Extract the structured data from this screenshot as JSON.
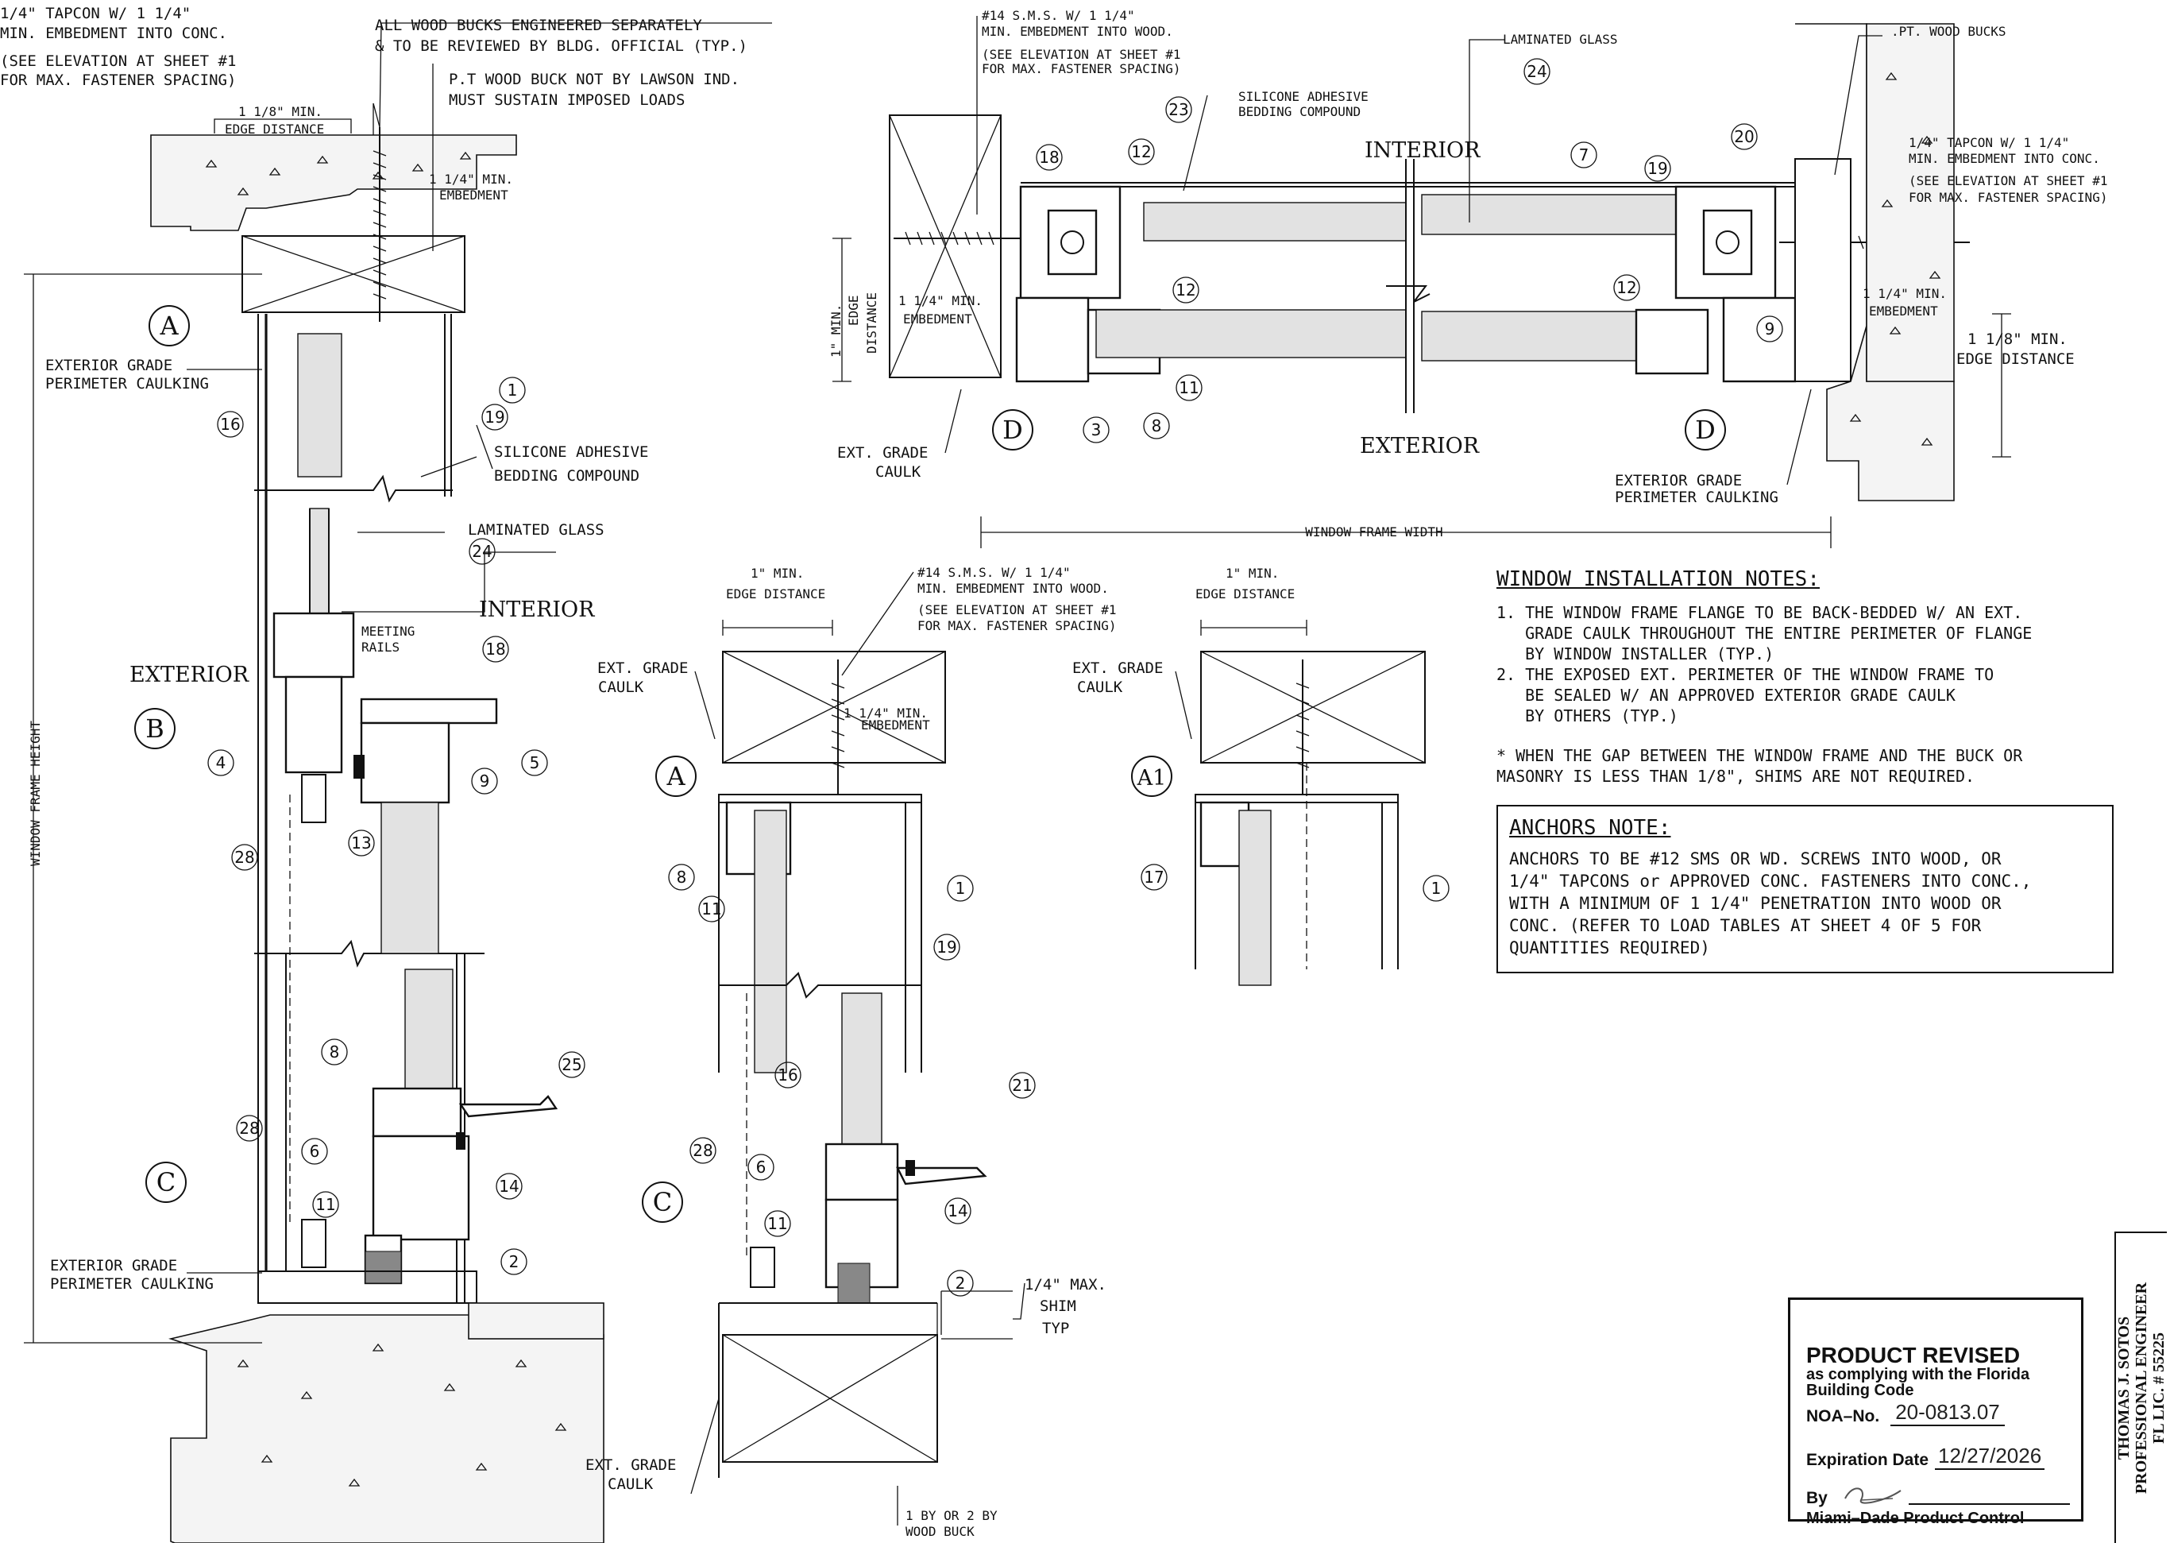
{
  "labels": {
    "tapcon_tl": [
      "1/4\" TAPCON W/ 1 1/4\"",
      "MIN. EMBEDMENT INTO CONC.",
      "(SEE ELEVATION AT SHEET #1",
      "FOR MAX. FASTENER SPACING)"
    ],
    "all_wood_bucks": [
      "ALL WOOD BUCKS ENGINEERED SEPARATELY",
      "& TO BE REVIEWED BY BLDG. OFFICIAL (TYP.)"
    ],
    "pt_wood_buck": [
      "P.T WOOD BUCK NOT BY LAWSON IND.",
      "MUST SUSTAIN IMPOSED LOADS"
    ],
    "edge_1_1_8_left": [
      "1 1/8\" MIN.",
      "EDGE DISTANCE"
    ],
    "emb_1_1_4_left": [
      "1 1/4\" MIN.",
      "EMBEDMENT"
    ],
    "ext_grade_perim_caulking_1": [
      "EXTERIOR GRADE",
      "PERIMETER CAULKING"
    ],
    "silicone_left": [
      "SILICONE ADHESIVE",
      "BEDDING COMPOUND"
    ],
    "laminated_glass_left": "LAMINATED GLASS",
    "meeting_rails": [
      "MEETING",
      "RAILS"
    ],
    "interior_left": "INTERIOR",
    "exterior_left": "EXTERIOR",
    "window_frame_height": "WINDOW FRAME HEIGHT",
    "ext_grade_perim_caulking_2": [
      "EXTERIOR GRADE",
      "PERIMETER CAULKING"
    ],
    "sms14_top": [
      "#14 S.M.S. W/ 1 1/4\"",
      "MIN. EMBEDMENT INTO WOOD.",
      "(SEE ELEVATION AT SHEET #1",
      "FOR MAX. FASTENER SPACING)"
    ],
    "silicone_top": [
      "SILICONE ADHESIVE",
      "BEDDING COMPOUND"
    ],
    "laminated_glass_top": "LAMINATED GLASS",
    "interior_top": "INTERIOR",
    "exterior_top": "EXTERIOR",
    "pt_wood_bucks": ".PT. WOOD BUCKS",
    "tapcon_tr": [
      "1/4\" TAPCON W/ 1 1/4\"",
      "MIN. EMBEDMENT INTO CONC.",
      "(SEE ELEVATION AT SHEET #1",
      "FOR MAX. FASTENER SPACING)"
    ],
    "edge_1_min_top": [
      "1\" MIN.",
      "EDGE",
      "DISTANCE"
    ],
    "emb_1_1_4_top": [
      "1 1/4\" MIN.",
      "EMBEDMENT"
    ],
    "emb_1_1_4_right": [
      "1 1/4\" MIN.",
      "EMBEDMENT"
    ],
    "edge_1_1_8_right": [
      "1 1/8\" MIN.",
      "EDGE DISTANCE"
    ],
    "ext_grade_caulk_top": [
      "EXT. GRADE",
      "CAULK"
    ],
    "ext_grade_perim_caulking_3": [
      "EXTERIOR GRADE",
      "PERIMETER CAULKING"
    ],
    "window_frame_width": "WINDOW FRAME WIDTH",
    "edge_1_min_mid": [
      "1\" MIN.",
      "EDGE DISTANCE"
    ],
    "sms14_mid": [
      "#14 S.M.S. W/ 1 1/4\"",
      "MIN. EMBEDMENT INTO WOOD.",
      "(SEE ELEVATION AT SHEET #1",
      "FOR MAX. FASTENER SPACING)"
    ],
    "ext_grade_caulk_mid": [
      "EXT. GRADE",
      "CAULK"
    ],
    "emb_1_1_4_mid": [
      "1 1/4\" MIN.",
      "EMBEDMENT"
    ],
    "edge_1_min_a1": [
      "1\" MIN.",
      "EDGE DISTANCE"
    ],
    "ext_grade_caulk_a1": [
      "EXT. GRADE",
      "CAULK"
    ],
    "shim": [
      "1/4\" MAX.",
      "SHIM",
      "TYP"
    ],
    "ext_grade_caulk_bottom": [
      "EXT. GRADE",
      "CAULK"
    ],
    "wood_buck_bottom": [
      "1 BY OR 2 BY",
      "WOOD BUCK"
    ]
  },
  "section_marks": {
    "A": "A",
    "B": "B",
    "C": "C",
    "D": "D",
    "A1": "A1"
  },
  "callouts": {
    "left": [
      "1",
      "16",
      "19",
      "24",
      "18",
      "4",
      "9",
      "5",
      "28",
      "13",
      "8",
      "25",
      "28",
      "6",
      "14",
      "11",
      "2"
    ],
    "top": [
      "23",
      "18",
      "12",
      "12",
      "7",
      "19",
      "20",
      "12",
      "11",
      "3",
      "8",
      "9",
      "24"
    ],
    "mid": [
      "8",
      "11",
      "1",
      "19",
      "16",
      "21",
      "28",
      "6",
      "11",
      "14",
      "2",
      "17",
      "1"
    ]
  },
  "notes": {
    "heading": "WINDOW INSTALLATION NOTES:",
    "items": [
      "1. THE WINDOW FRAME FLANGE TO BE BACK-BEDDED W/ AN EXT.\n   GRADE CAULK THROUGHOUT THE ENTIRE PERIMETER OF FLANGE\n   BY WINDOW INSTALLER (TYP.)",
      "2. THE EXPOSED EXT. PERIMETER OF THE WINDOW FRAME TO\n   BE SEALED W/ AN APPROVED EXTERIOR GRADE CAULK\n   BY OTHERS (TYP.)"
    ],
    "shim_note": "* WHEN THE GAP BETWEEN THE WINDOW FRAME AND THE BUCK OR\nMASONRY IS LESS THAN 1/8\", SHIMS ARE NOT REQUIRED."
  },
  "anchors": {
    "heading": "ANCHORS NOTE:",
    "text": "ANCHORS TO BE #12 SMS OR WD. SCREWS INTO WOOD, OR\n1/4\" TAPCONS or APPROVED CONC. FASTENERS INTO CONC.,\nWITH A MINIMUM OF 1 1/4\" PENETRATION INTO WOOD OR\nCONC. (REFER TO LOAD TABLES AT SHEET 4 OF 5 FOR\nQUANTITIES REQUIRED)"
  },
  "stamp": {
    "title": "PRODUCT REVISED",
    "line1": "as complying with the Florida",
    "line2": "Building Code",
    "noa_label": "NOA–No.",
    "noa_value": "20-0813.07",
    "exp_label": "Expiration Date",
    "exp_value": "12/27/2026",
    "by_label": "By",
    "footer": "Miami–Dade Product Control"
  },
  "engineer": {
    "name": "THOMAS J. SOTOS",
    "title": "PROFESSIONAL ENGINEER",
    "license": "FL LIC. # 55225"
  }
}
